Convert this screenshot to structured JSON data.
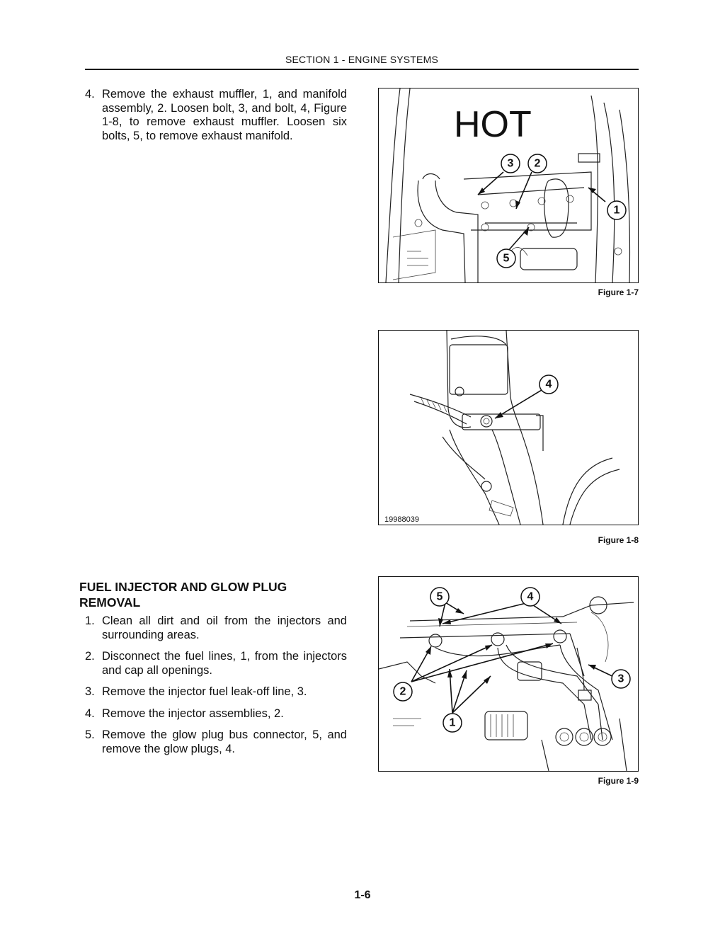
{
  "header": {
    "section_title": "SECTION 1 - ENGINE SYSTEMS"
  },
  "exhaust_steps": [
    {
      "number": "4.",
      "text": "Remove the exhaust muffler, 1, and manifold assembly, 2. Loosen bolt, 3, and bolt, 4, Figure 1-8, to remove exhaust muffler. Loosen six bolts, 5, to remove exhaust manifold."
    }
  ],
  "fuel_section": {
    "heading": "FUEL INJECTOR AND GLOW PLUG REMOVAL",
    "steps": [
      {
        "number": "1.",
        "text": "Clean all dirt and oil from the injectors and surrounding areas."
      },
      {
        "number": "2.",
        "text": "Disconnect the fuel lines, 1, from the injectors and cap all openings."
      },
      {
        "number": "3.",
        "text": "Remove the injector fuel leak-off line, 3."
      },
      {
        "number": "4.",
        "text": "Remove the injector assemblies, 2."
      },
      {
        "number": "5.",
        "text": "Remove the glow plug bus connector, 5, and remove the glow plugs, 4."
      }
    ]
  },
  "figures": {
    "fig7": {
      "caption": "Figure 1-7",
      "hot_label": "HOT",
      "callouts": [
        "3",
        "2",
        "1",
        "5"
      ]
    },
    "fig8": {
      "caption": "Figure 1-8",
      "image_id": "19988039",
      "callouts": [
        "4"
      ]
    },
    "fig9": {
      "caption": "Figure 1-9",
      "callouts": [
        "5",
        "4",
        "3",
        "2",
        "1"
      ]
    }
  },
  "page_number": "1-6"
}
